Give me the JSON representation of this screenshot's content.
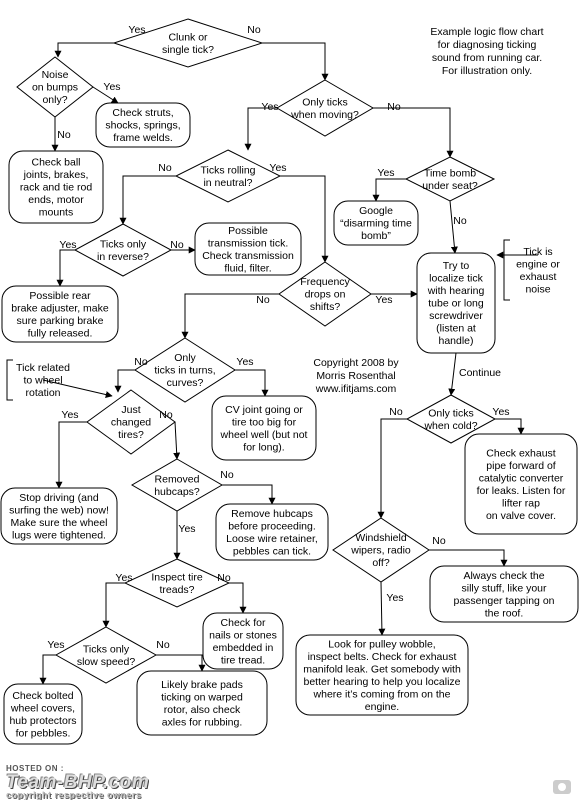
{
  "nodes": {
    "clunk": {
      "shape": "diamond",
      "lines": [
        "Clunk or",
        "single tick?"
      ]
    },
    "noise_bumps": {
      "shape": "diamond",
      "lines": [
        "Noise",
        "on bumps",
        "only?"
      ]
    },
    "check_struts": {
      "shape": "box",
      "lines": [
        "Check struts,",
        "shocks, springs,",
        "frame welds."
      ]
    },
    "check_ball": {
      "shape": "box",
      "lines": [
        "Check ball",
        "joints, brakes,",
        "rack and tie rod",
        "ends, motor",
        "mounts"
      ]
    },
    "only_ticks_moving": {
      "shape": "diamond",
      "lines": [
        "Only ticks",
        "when moving?"
      ]
    },
    "ticks_rolling": {
      "shape": "diamond",
      "lines": [
        "Ticks rolling",
        "in neutral?"
      ]
    },
    "time_bomb": {
      "shape": "diamond",
      "lines": [
        "Time bomb",
        "under seat?"
      ]
    },
    "google": {
      "shape": "box",
      "lines": [
        "Google",
        "“disarming time",
        "bomb”"
      ]
    },
    "ticks_reverse": {
      "shape": "diamond",
      "lines": [
        "Ticks only",
        "in reverse?"
      ]
    },
    "trans_tick": {
      "shape": "box",
      "lines": [
        "Possible",
        "transmission tick.",
        "Check transmission",
        "fluid, filter."
      ]
    },
    "rear_brake": {
      "shape": "box",
      "lines": [
        "Possible rear",
        "brake adjuster, make",
        "sure parking brake",
        "fully released."
      ]
    },
    "freq_drops": {
      "shape": "diamond",
      "lines": [
        "Frequency",
        "drops on",
        "shifts?"
      ]
    },
    "localize": {
      "shape": "box",
      "lines": [
        "Try to",
        "localize tick",
        "with hearing",
        "tube or long",
        "screwdriver",
        "(listen at",
        "handle)"
      ]
    },
    "only_turns": {
      "shape": "diamond",
      "lines": [
        "Only",
        "ticks in turns,",
        "curves?"
      ]
    },
    "cv_joint": {
      "shape": "box",
      "lines": [
        "CV joint going or",
        "tire too big for",
        "wheel well (but not",
        "for long)."
      ]
    },
    "just_tires": {
      "shape": "diamond",
      "lines": [
        "Just",
        "changed",
        "tires?"
      ]
    },
    "stop_driving": {
      "shape": "box",
      "lines": [
        "Stop driving (and",
        "surfing the web) now!",
        "Make sure the wheel",
        "lugs were tightened."
      ]
    },
    "removed_hubcaps": {
      "shape": "diamond",
      "lines": [
        "Removed",
        "hubcaps?"
      ]
    },
    "remove_hubcaps": {
      "shape": "box",
      "lines": [
        "Remove hubcaps",
        "before proceeding.",
        "Loose wire retainer,",
        "pebbles can tick."
      ]
    },
    "inspect_treads": {
      "shape": "diamond",
      "lines": [
        "Inspect tire",
        "treads?"
      ]
    },
    "check_nails": {
      "shape": "box",
      "lines": [
        "Check for",
        "nails or stones",
        "embedded in",
        "tire tread."
      ]
    },
    "slow_speed": {
      "shape": "diamond",
      "lines": [
        "Ticks only",
        "slow speed?"
      ]
    },
    "check_bolted": {
      "shape": "box",
      "lines": [
        "Check bolted",
        "wheel covers,",
        "hub protectors",
        "for pebbles."
      ]
    },
    "brake_pads": {
      "shape": "box",
      "lines": [
        "Likely brake pads",
        "ticking on warped",
        "rotor, also check",
        "axles for rubbing."
      ]
    },
    "only_cold": {
      "shape": "diamond",
      "lines": [
        "Only ticks",
        "when cold?"
      ]
    },
    "check_exhaust": {
      "shape": "box",
      "lines": [
        "Check exhaust",
        "pipe forward of",
        "catalytic converter",
        "for leaks. Listen for",
        "lifter rap",
        "on valve cover."
      ]
    },
    "windshield": {
      "shape": "diamond",
      "lines": [
        "Windshield",
        "wipers, radio",
        "off?"
      ]
    },
    "silly_stuff": {
      "shape": "box",
      "lines": [
        "Always check the",
        "silly stuff, like your",
        "passenger tapping on",
        "the roof."
      ]
    },
    "pulley": {
      "shape": "box",
      "lines": [
        "Look for pulley wobble,",
        "inspect belts. Check for exhaust",
        "manifold leak. Get somebody with",
        "better hearing to help you localize",
        "where it’s coming from on the",
        "engine."
      ]
    },
    "callout_engine": {
      "shape": "callout",
      "lines": [
        "Tick is",
        "engine or",
        "exhaust",
        "noise"
      ]
    },
    "callout_wheel": {
      "shape": "callout",
      "lines": [
        "Tick related",
        "to wheel",
        "rotation"
      ]
    }
  },
  "edge_labels": {
    "yes": "Yes",
    "no": "No",
    "continue": "Continue"
  },
  "info": {
    "lines": [
      "Example logic flow chart",
      "for diagnosing ticking",
      "sound from running car.",
      "For illustration only."
    ]
  },
  "copyright": {
    "lines": [
      "Copyright 2008 by",
      "Morris Rosenthal",
      "www.ifitjams.com"
    ]
  },
  "footer": {
    "hosted": "HOSTED ON :",
    "brand": "Team-BHP.com",
    "rights": "copyright respective owners"
  }
}
